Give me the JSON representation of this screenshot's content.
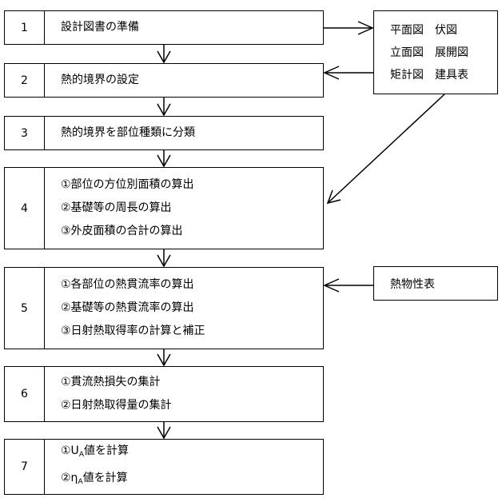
{
  "steps": [
    {
      "num": "1",
      "lines": [
        "設計図書の準備"
      ]
    },
    {
      "num": "2",
      "lines": [
        "熱的境界の設定"
      ]
    },
    {
      "num": "3",
      "lines": [
        "熱的境界を部位種類に分類"
      ]
    },
    {
      "num": "4",
      "lines": [
        "①部位の方位別面積の算出",
        "②基礎等の周長の算出",
        "③外皮面積の合計の算出"
      ]
    },
    {
      "num": "5",
      "lines": [
        "①各部位の熱貫流率の算出",
        "②基礎等の熱貫流率の算出",
        "③日射熱取得率の計算と補正"
      ]
    },
    {
      "num": "6",
      "lines": [
        "①貫流熱損失の集計",
        "②日射熱取得量の集計"
      ]
    },
    {
      "num": "7",
      "lines": [
        {
          "pre": "①U",
          "sub": "A",
          "post": "値を計算"
        },
        {
          "pre": "②η",
          "sub": "A",
          "post": "値を計算"
        }
      ]
    }
  ],
  "drawings_box": {
    "rows": [
      [
        "平面図",
        "伏図"
      ],
      [
        "立面図",
        "展開図"
      ],
      [
        "矩計図",
        "建具表"
      ]
    ]
  },
  "properties_box": {
    "label": "熱物性表"
  }
}
